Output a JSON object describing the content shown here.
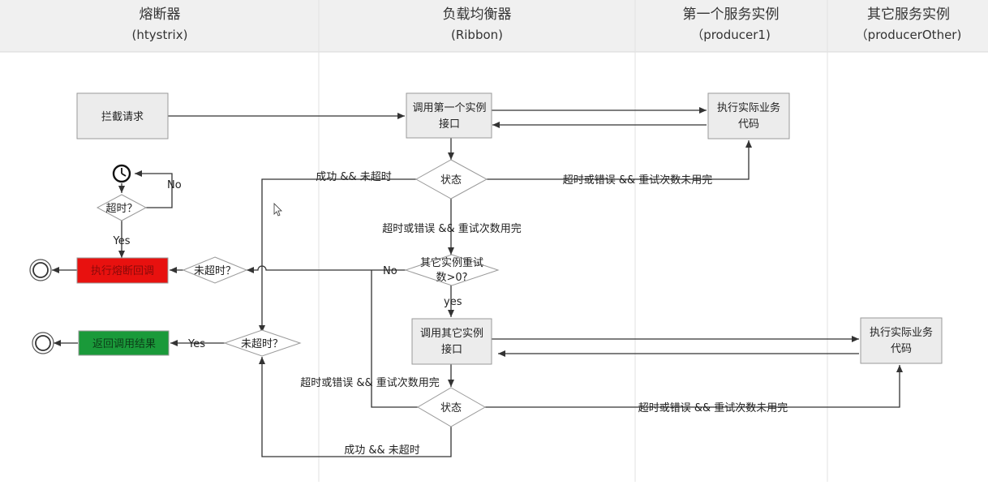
{
  "lanes": [
    {
      "title": "熔断器",
      "subtitle": "(htystrix)"
    },
    {
      "title": "负载均衡器",
      "subtitle": "(Ribbon)"
    },
    {
      "title": "第一个服务实例",
      "subtitle": "（producer1)"
    },
    {
      "title": "其它服务实例",
      "subtitle": "（producerOther)"
    }
  ],
  "nodes": {
    "intercept": "拦截请求",
    "call_first_l1": "调用第一个实例",
    "call_first_l2": "接口",
    "exec1_l1": "执行实际业务",
    "exec1_l2": "代码",
    "status1": "状态",
    "timeout_check": "超时？",
    "fallback": "执行熔断回调",
    "not_timeout1": "未超时？",
    "retry_l1": "其它实例重试",
    "retry_l2": "数>0?",
    "call_other_l1": "调用其它实例",
    "call_other_l2": "接口",
    "exec2_l1": "执行实际业务",
    "exec2_l2": "代码",
    "return_result": "返回调用结果",
    "not_timeout2": "未超时？",
    "status2": "状态"
  },
  "labels": {
    "success1": "成功 && 未超时",
    "retry_left1": "超时或错误  && 重试次数未用完",
    "retry_used1": "超时或错误 && 重试次数用完",
    "no_clock": "No",
    "yes_timeout": "Yes",
    "no_retry": "No",
    "yes_retry": "yes",
    "yes_return": "Yes",
    "retry_used2": "超时或错误 && 重试次数用完",
    "retry_left2": "超时或错误  && 重试次数未用完",
    "success2": "成功 && 未超时"
  },
  "colors": {
    "header_bg": "#f0f0f0",
    "box_fill": "#ececec",
    "box_stroke": "#9a9a9a",
    "fallback_fill": "#e8110f",
    "return_fill": "#1a9a3a",
    "line": "#333333"
  }
}
